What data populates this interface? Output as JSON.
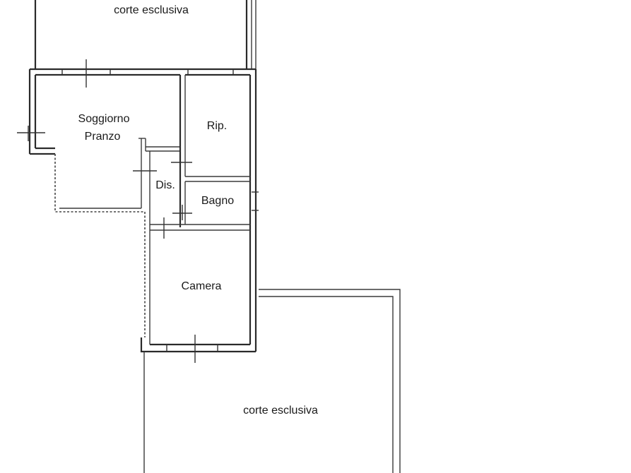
{
  "rooms": {
    "corte_top": "corte esclusiva",
    "soggiorno_line1": "Soggiorno",
    "soggiorno_line2": "Pranzo",
    "ripostiglio": "Rip.",
    "disimpegno": "Dis.",
    "bagno": "Bagno",
    "camera": "Camera",
    "corte_bottom": "corte esclusiva"
  }
}
